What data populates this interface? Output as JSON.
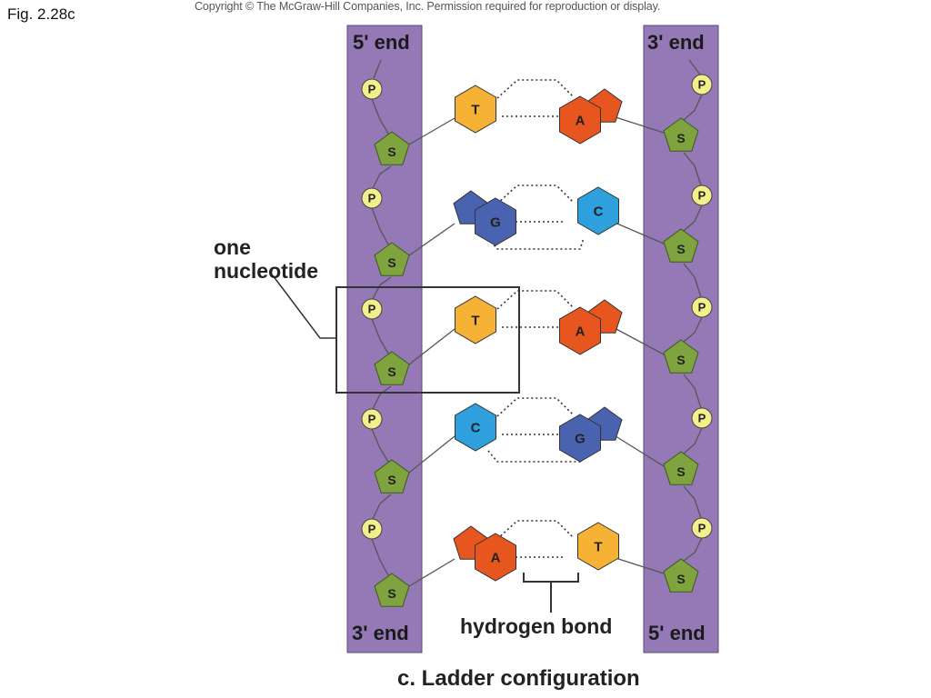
{
  "figure_label": "Fig. 2.28c",
  "copyright": "Copyright © The McGraw-Hill Companies, Inc. Permission required for reproduction or display.",
  "strands": {
    "left_top": "5' end",
    "left_bottom": "3' end",
    "right_top": "3' end",
    "right_bottom": "5' end"
  },
  "nucleotide_label": [
    "one",
    "nucleotide"
  ],
  "hydrogen_bond_label": "hydrogen bond",
  "caption": "c. Ladder configuration",
  "phosphate_letter": "P",
  "sugar_letter": "S",
  "base_pairs": [
    {
      "left": "T",
      "right": "A"
    },
    {
      "left": "G",
      "right": "C"
    },
    {
      "left": "T",
      "right": "A"
    },
    {
      "left": "C",
      "right": "G"
    },
    {
      "left": "A",
      "right": "T"
    }
  ],
  "colors": {
    "backbone": "#9479b6",
    "phosphate": "#f2f08a",
    "sugar": "#7ea33f",
    "T": "#f5b234",
    "A": "#e8561f",
    "G": "#4a63b0",
    "C": "#2ea0dd"
  }
}
